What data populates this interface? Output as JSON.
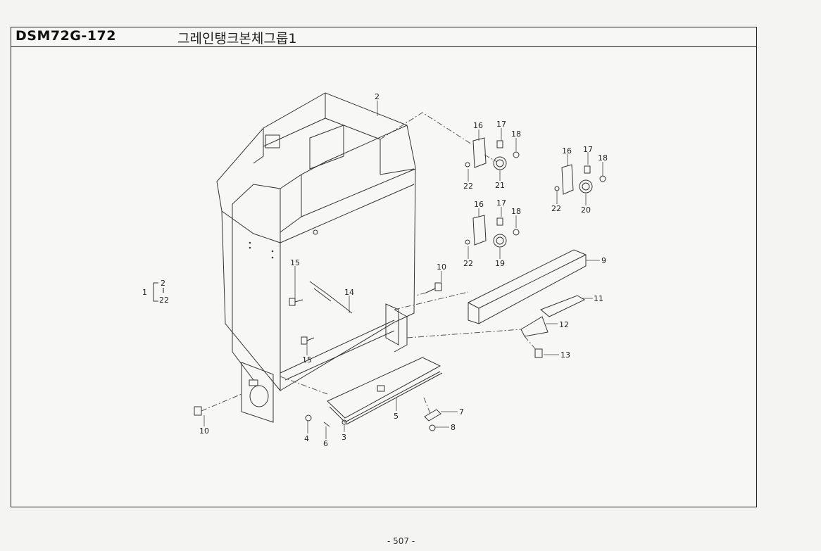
{
  "header": {
    "code": "DSM72G-172",
    "title": "그레인탱크본체그룹1"
  },
  "assembly": {
    "parent": "1",
    "children": [
      "2",
      "22"
    ]
  },
  "parts": [
    {
      "id": "p2",
      "label": "2"
    },
    {
      "id": "p16a",
      "label": "16"
    },
    {
      "id": "p17a",
      "label": "17"
    },
    {
      "id": "p18a",
      "label": "18"
    },
    {
      "id": "p22a",
      "label": "22"
    },
    {
      "id": "p21",
      "label": "21"
    },
    {
      "id": "p16b",
      "label": "16"
    },
    {
      "id": "p17b",
      "label": "17"
    },
    {
      "id": "p18b",
      "label": "18"
    },
    {
      "id": "p22b",
      "label": "22"
    },
    {
      "id": "p20",
      "label": "20"
    },
    {
      "id": "p16c",
      "label": "16"
    },
    {
      "id": "p17c",
      "label": "17"
    },
    {
      "id": "p18c",
      "label": "18"
    },
    {
      "id": "p22c",
      "label": "22"
    },
    {
      "id": "p19",
      "label": "19"
    },
    {
      "id": "p9",
      "label": "9"
    },
    {
      "id": "p10a",
      "label": "10"
    },
    {
      "id": "p11",
      "label": "11"
    },
    {
      "id": "p12",
      "label": "12"
    },
    {
      "id": "p13",
      "label": "13"
    },
    {
      "id": "p14",
      "label": "14"
    },
    {
      "id": "p15a",
      "label": "15"
    },
    {
      "id": "p15b",
      "label": "15"
    },
    {
      "id": "p10b",
      "label": "10"
    },
    {
      "id": "p4",
      "label": "4"
    },
    {
      "id": "p6",
      "label": "6"
    },
    {
      "id": "p3",
      "label": "3"
    },
    {
      "id": "p5",
      "label": "5"
    },
    {
      "id": "p7",
      "label": "7"
    },
    {
      "id": "p8",
      "label": "8"
    }
  ],
  "footer": {
    "page_number": "- 507 -"
  },
  "colors": {
    "ink": "#222222",
    "paper": "#f7f7f5"
  }
}
